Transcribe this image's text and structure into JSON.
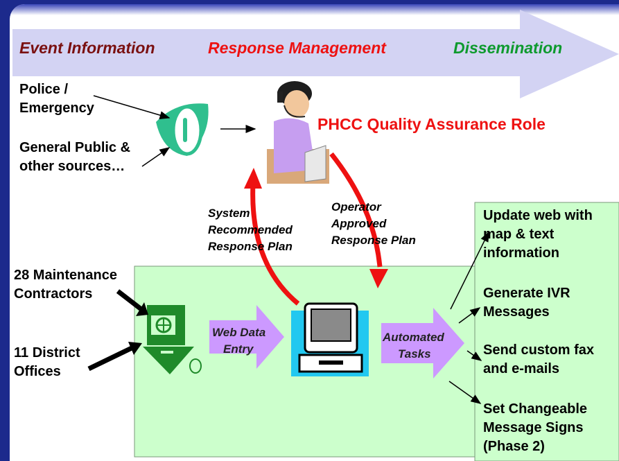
{
  "header": {
    "event": "Event Information",
    "response": "Response Management",
    "dissemination": "Dissemination",
    "colors": {
      "event": "#7a1010",
      "response": "#ee1111",
      "dissemination": "#0e9a2e",
      "arrow": "#d3d3f3"
    }
  },
  "inputs": {
    "police": [
      "Police /",
      "Emergency"
    ],
    "public": [
      "General Public &",
      "other sources…"
    ],
    "contractors": [
      "28 Maintenance",
      "Contractors"
    ],
    "district": [
      "11 District",
      "Offices"
    ]
  },
  "role": "PHCC Quality Assurance Role",
  "plans": {
    "system": [
      "System",
      "Recommended",
      "Response Plan"
    ],
    "operator": [
      "Operator",
      "Approved",
      "Response Plan"
    ]
  },
  "process": {
    "web_entry": [
      "Web Data",
      "Entry"
    ],
    "automated": [
      "Automated",
      "Tasks"
    ]
  },
  "outputs": {
    "web": [
      "Update web with",
      "map & text",
      "information"
    ],
    "ivr": [
      "Generate IVR",
      "Messages"
    ],
    "fax": [
      "Send custom fax",
      "and e-mails"
    ],
    "signs": [
      "Set Changeable",
      "Message Signs",
      "(Phase 2)"
    ]
  },
  "icons": [
    "phone-icon",
    "operator-icon",
    "web-terminal-icon",
    "computer-icon"
  ]
}
